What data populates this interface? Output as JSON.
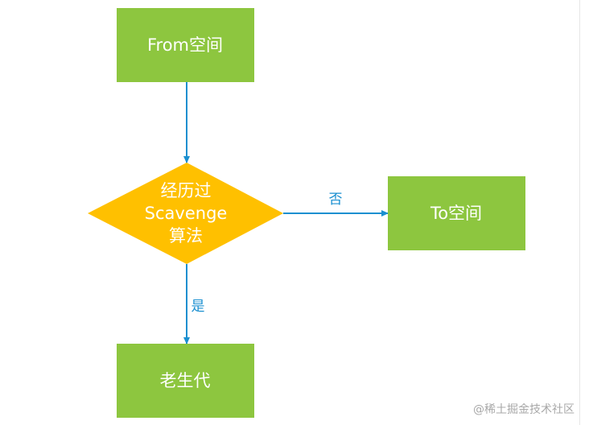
{
  "diagram": {
    "nodes": {
      "from": "From空间",
      "decision_line1": "经历过",
      "decision_line2": "Scavenge",
      "decision_line3": "算法",
      "to": "To空间",
      "old": "老生代"
    },
    "edges": {
      "no_label": "否",
      "yes_label": "是"
    },
    "colors": {
      "process_fill": "#8dc63f",
      "decision_fill": "#ffc000",
      "arrow": "#1a8fd0",
      "text": "#ffffff"
    }
  },
  "watermark": "@稀土掘金技术社区"
}
